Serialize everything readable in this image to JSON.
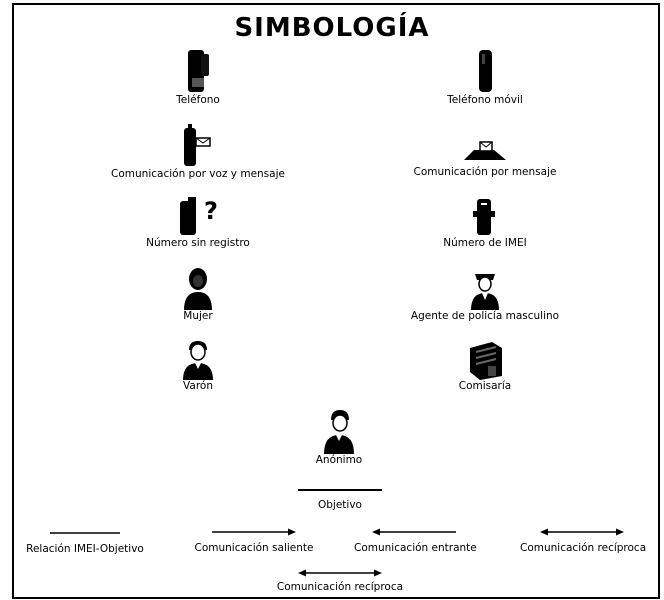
{
  "title": "SIMBOLOGÍA",
  "symbols": {
    "telefono": {
      "label": "Teléfono",
      "icon": "desk-phone-icon"
    },
    "telefono_movil": {
      "label": "Teléfono móvil",
      "icon": "mobile-phone-icon"
    },
    "voz_mensaje": {
      "label": "Comunicación por voz y mensaje",
      "icon": "phone-with-message-icon"
    },
    "por_mensaje": {
      "label": "Comunicación por mensaje",
      "icon": "message-envelope-icon"
    },
    "sin_registro": {
      "label": "Número sin registro",
      "icon": "unregistered-phone-icon"
    },
    "imei": {
      "label": "Número de IMEI",
      "icon": "imei-phone-icon"
    },
    "mujer": {
      "label": "Mujer",
      "icon": "woman-icon"
    },
    "agente": {
      "label": "Agente de policía masculino",
      "icon": "police-officer-icon"
    },
    "varon": {
      "label": "Varón",
      "icon": "man-icon"
    },
    "comisaria": {
      "label": "Comisaría",
      "icon": "police-station-icon"
    },
    "anonimo": {
      "label": "Anónimo",
      "icon": "anonymous-person-icon"
    },
    "objetivo": {
      "label": "Objetivo"
    }
  },
  "lines": {
    "relacion_imei": "Relación IMEI-Objetivo",
    "saliente": "Comunicación saliente",
    "entrante": "Comunicación entrante",
    "reciproca_1": "Comunicación recíproca",
    "reciproca_2": "Comunicación recíproca"
  }
}
